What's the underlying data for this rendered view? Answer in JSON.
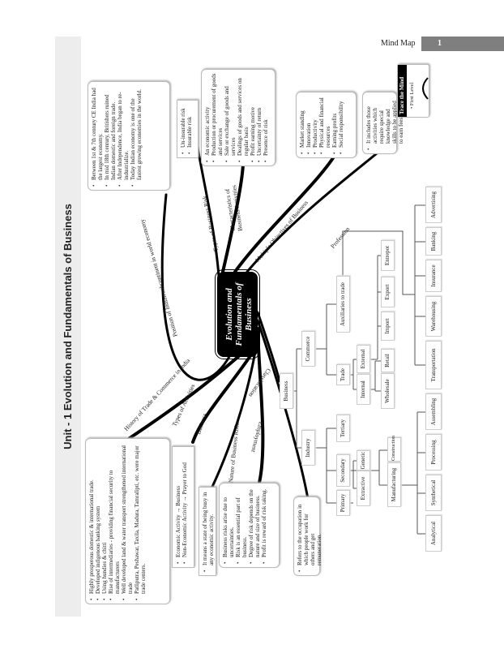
{
  "header": {
    "section": "Mind Map",
    "page_number": "1"
  },
  "title": "Unit - 1 Evolution and Fundamentals of Business",
  "center": {
    "line1": "Evolution and",
    "line2": "Fundamentals of",
    "line3": "Business"
  },
  "trace": {
    "title": "Trace the Mind Map",
    "level": "First Level"
  },
  "branches": {
    "position": "Position of Indian subcontinent in world economy",
    "history": "History of Trade & Commerce in India",
    "types_activities": "Types of Activities",
    "business": "Business",
    "nature_risks": "Nature of Business Risks",
    "employment": "Employment",
    "classification": "Classification",
    "types_risk": "Types of Business Risk",
    "characteristics_1": "Characteristics of",
    "characteristics_2": "Business Activities",
    "objectives": "Multiple Objectives of Business",
    "profession": "Profession"
  },
  "boxes": {
    "position": [
      "Between 1st & 7th century CE India had the largest economy.",
      "In mid 18th century, Britishers ruined Indian domestic and foreign trade.",
      "After Independence, India began to re-industrialize.",
      "Today Indian economy is one of the fastest growing economies in the world."
    ],
    "risk_types": [
      "Un-insurable risk",
      "Insurable risk"
    ],
    "characteristics": [
      "An economic activity",
      "Production or procurement of goods and services",
      "Sale or exchange of goods and services",
      "Dealings of goods and services on regular basis",
      "Profit earning motive",
      "Uncertainty of return",
      "Presence of risk"
    ],
    "objectives": [
      "Market standing",
      "Innovation",
      "Productivity",
      "Physical and financial resources",
      "Earning profits",
      "Social responsibility"
    ],
    "profession": [
      "It includes those activities which require special knowledge and skills to be applied to earn fees."
    ],
    "history": [
      "Highly prosperous domestic & international trade.",
      "Developed indigenous banking system",
      "Using hundies & chitti",
      "Rise of intermediaries - providing financial security to manufacturers",
      "Well developed land & water transport strengthened international trade",
      "Patliputra, Peshawar, Taxila, Madura, Tamralipti, etc. were major trade centers."
    ],
    "activities": [
      "Economic Activity → Business",
      "Non-Economic Activity → Prayer to God"
    ],
    "business": [
      "It means a state of being busy in any economic activity."
    ],
    "nature": [
      "Business risks arise due to uncertainties.",
      "Risk is an essential part of business.",
      "Degree of risk depends on the nature and size of business.",
      "Profit is reward of risk taking."
    ],
    "employment": [
      "Refers to the occupation in which people work for others and get remuneration."
    ]
  },
  "tree": {
    "business": "Business",
    "industry": "Industry",
    "commerce": "Commerce",
    "primary": "Primary",
    "secondary": "Secondary",
    "tertiary": "Tertiary",
    "trade": "Trade",
    "auxiliaries": "Auxiliaries to trade",
    "extractive": "Extractive",
    "genetic": "Genetic",
    "internal": "Internal",
    "external": "External",
    "manufacturing": "Manufacturing",
    "construction": "Construction",
    "wholesale": "Wholesale",
    "retail": "Retail",
    "import": "Import",
    "export": "Export",
    "entrepot": "Entrepot",
    "analytical": "Analytical",
    "synthetical": "Synthetical",
    "processing": "Processing",
    "assembling": "Assembling",
    "transportation": "Transportation",
    "warehousing": "Warehousing",
    "insurance": "Insurance",
    "banking": "Banking",
    "advertising": "Advertising"
  }
}
